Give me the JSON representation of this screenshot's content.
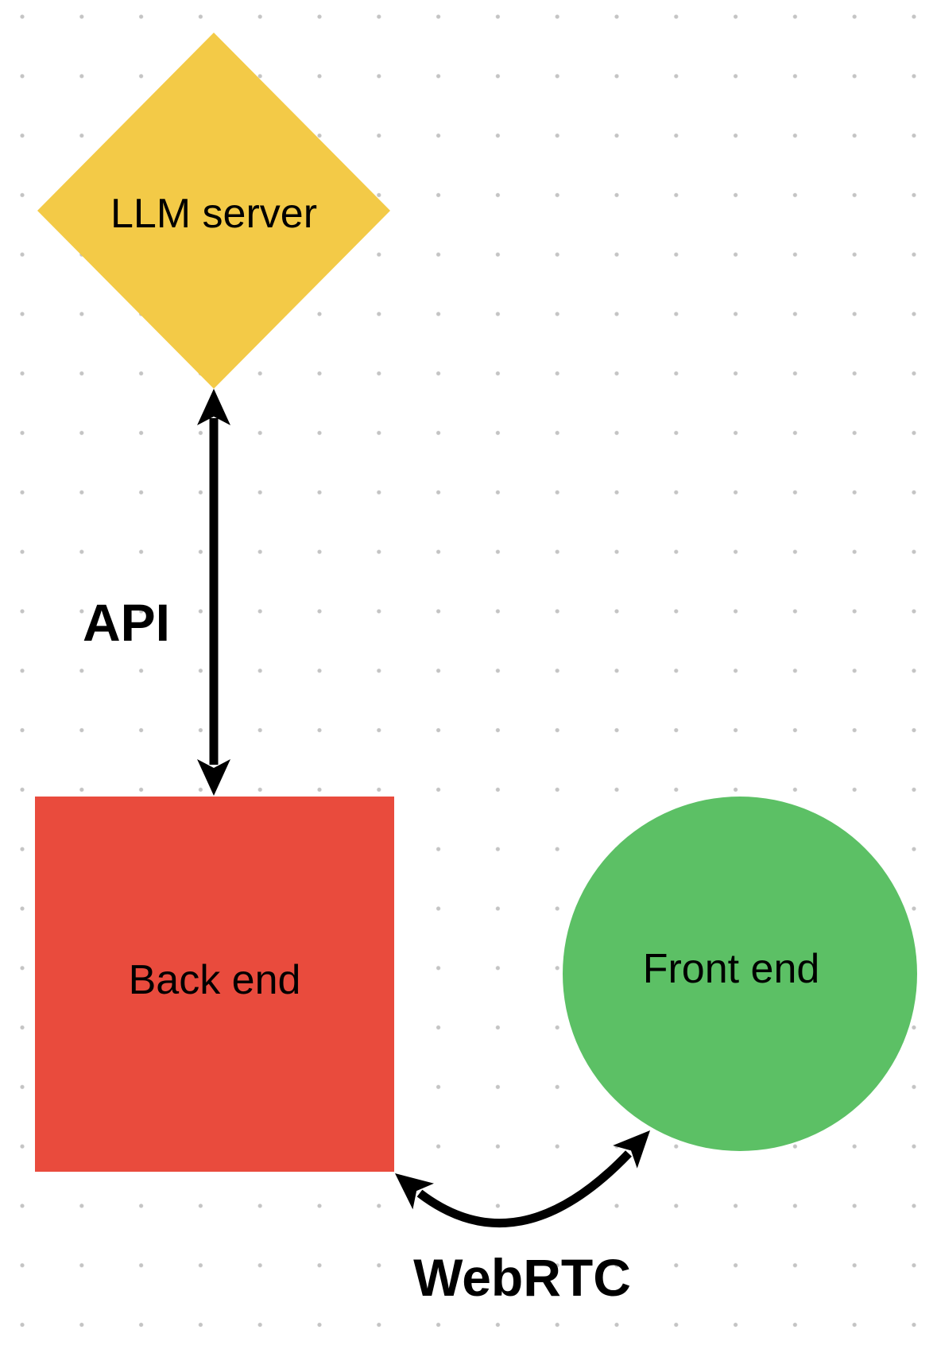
{
  "canvas": {
    "background": "#FFFFFF",
    "dot_color": "#C4C4C4",
    "arrow_color": "#000000",
    "text_color": "#000000"
  },
  "nodes": [
    {
      "id": "llm-server",
      "label": "LLM server",
      "shape": "diamond",
      "color": "#F3CA47"
    },
    {
      "id": "back-end",
      "label": "Back end",
      "shape": "square",
      "color": "#E94B3D"
    },
    {
      "id": "front-end",
      "label": "Front end",
      "shape": "circle",
      "color": "#5CC065"
    }
  ],
  "edges": [
    {
      "id": "api",
      "label": "API",
      "type": "double-arrow",
      "from": "llm-server",
      "to": "back-end"
    },
    {
      "id": "webrtc",
      "label": "WebRTC",
      "type": "double-arrow",
      "from": "back-end",
      "to": "front-end"
    }
  ]
}
